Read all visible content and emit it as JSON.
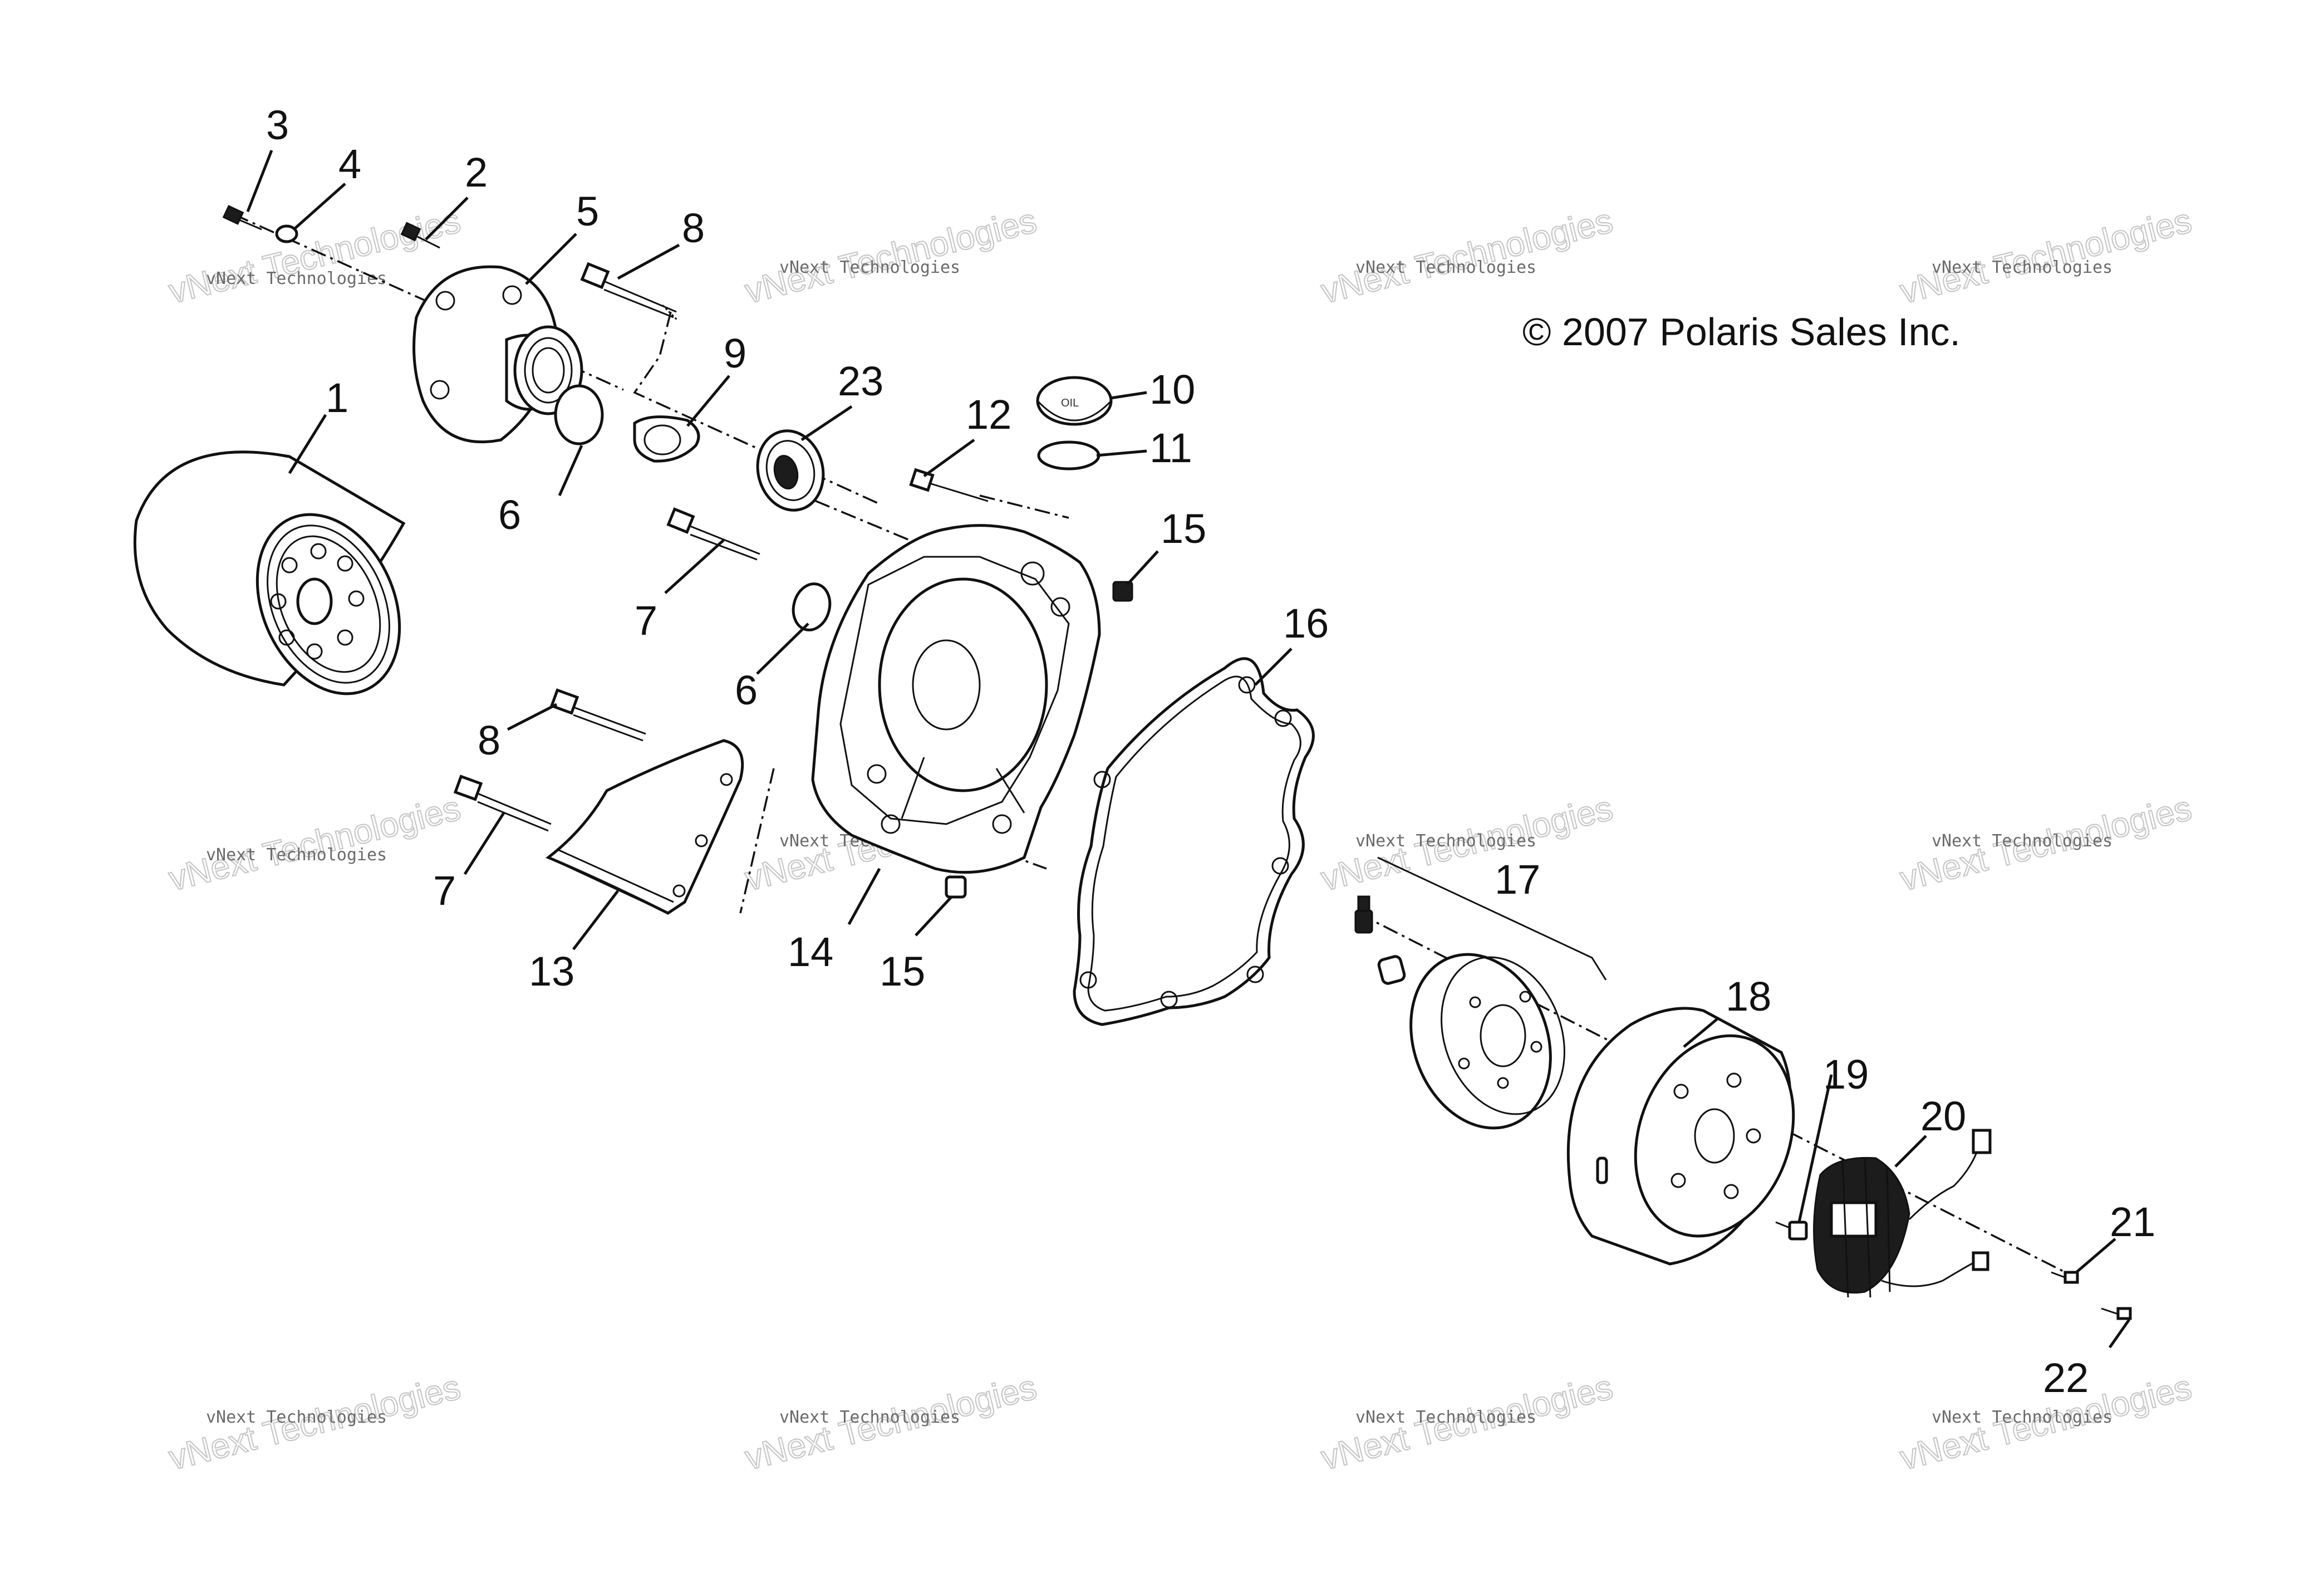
{
  "copyright": "© 2007 Polaris Sales Inc.",
  "watermark": {
    "line1": "vNext Technologies",
    "line2": "vNext Technologies"
  },
  "callouts": {
    "c1": "1",
    "c2": "2",
    "c3": "3",
    "c4": "4",
    "c5": "5",
    "c6a": "6",
    "c6b": "6",
    "c7a": "7",
    "c7b": "7",
    "c8a": "8",
    "c8b": "8",
    "c9": "9",
    "c10": "10",
    "c11": "11",
    "c12": "12",
    "c13": "13",
    "c14": "14",
    "c15a": "15",
    "c15b": "15",
    "c16": "16",
    "c17": "17",
    "c18": "18",
    "c19": "19",
    "c20": "20",
    "c21": "21",
    "c22": "22",
    "c23": "23"
  }
}
